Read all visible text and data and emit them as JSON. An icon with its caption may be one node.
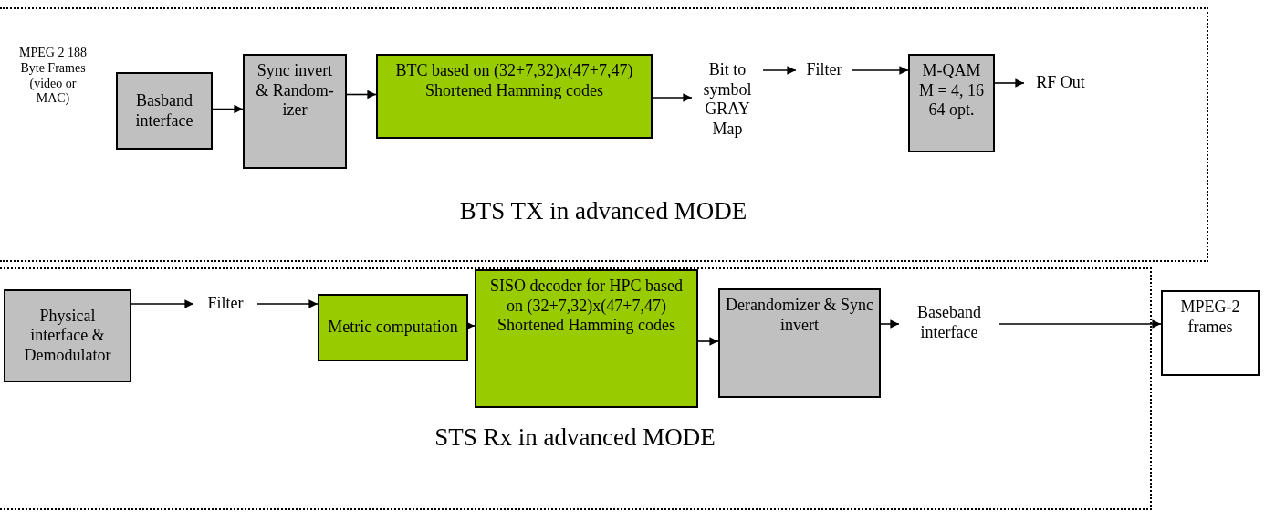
{
  "diagram": {
    "nodes": [
      {
        "text": [
          "BTS TX in advanced MODE"
        ]
      },
      {
        "text": [
          "Basband interface"
        ],
        "in": 0
      },
      {
        "text": [
          "Sync invert & Random- izer"
        ],
        "in": 0
      },
      {
        "text": [
          "BTC based on (32+7,32)x(47+7,47) Shortened Hamming codes"
        ],
        "in": 0
      },
      {
        "text": [
          "Bit to symbol GRAY Map"
        ],
        "in": 0
      },
      {
        "text": [
          "Filter"
        ],
        "in": 0
      },
      {
        "text": [
          "M-QAM M = 4, 16 64 opt."
        ],
        "in": 0
      },
      {
        "text": [
          "RF Out"
        ],
        "in": 0
      },
      {
        "text": [
          "STS Rx in advanced MODE"
        ]
      },
      {
        "text": [
          "Physical interface & Demodulator"
        ],
        "in": 8
      },
      {
        "text": [
          "Filter"
        ],
        "in": 8
      },
      {
        "text": [
          "Metric computation"
        ],
        "in": 8
      },
      {
        "text": [
          "SISO decoder for HPC based on (32+7,32)x(47+7,47) Shortened Hamming codes"
        ],
        "in": 8
      },
      {
        "text": [
          "Derandomizer & Sync invert"
        ],
        "in": 8
      },
      {
        "text": [
          "Baseband interface"
        ],
        "in": 8
      },
      {
        "text": [
          "MPEG-2 frames"
        ]
      }
    ],
    "edges": [
      {
        "from": 1,
        "to": 2,
        "arrow": "to"
      },
      {
        "from": 2,
        "to": 3,
        "arrow": "to"
      },
      {
        "from": 3,
        "to": 4,
        "arrow": "to"
      },
      {
        "from": 4,
        "to": 5,
        "arrow": "to"
      },
      {
        "from": 5,
        "to": 6,
        "arrow": "to"
      },
      {
        "from": 6,
        "to": 7,
        "arrow": "to"
      },
      {
        "from": 9,
        "to": 10,
        "arrow": "to"
      },
      {
        "from": 10,
        "to": 11,
        "arrow": "to"
      },
      {
        "from": 11,
        "to": 12,
        "arrow": "to"
      },
      {
        "from": 12,
        "to": 13,
        "arrow": "to"
      },
      {
        "from": 13,
        "to": 14,
        "arrow": "to"
      },
      {
        "from": 14,
        "to": 15,
        "arrow": "to"
      }
    ],
    "labels": [
      "MPEG 2 188 Byte Frames (video or MAC)"
    ]
  }
}
